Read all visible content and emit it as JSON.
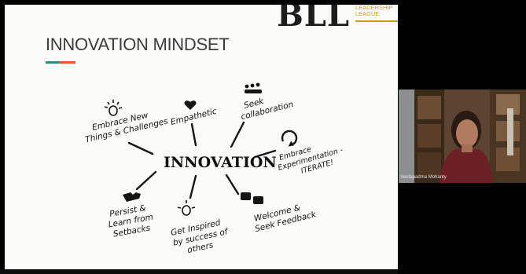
{
  "slide": {
    "logo": {
      "mark": "BLL",
      "subtitle_line1": "LEADERSHIP",
      "subtitle_line2": "LEAGUE"
    },
    "title": "INNOVATION MINDSET",
    "accent_colors": [
      "#2f8b86",
      "#e05a2c"
    ],
    "diagram": {
      "center": "INNOVATION",
      "spokes": [
        {
          "lines": [
            "Embrace New",
            "Things & Challenges"
          ],
          "icon": "lightbulb-icon"
        },
        {
          "lines": [
            "Empathetic"
          ],
          "icon": "heart-icon"
        },
        {
          "lines": [
            "Seek",
            "collaboration"
          ],
          "icon": "people-icon"
        },
        {
          "lines": [
            "Embrace",
            "Experimentation -",
            "ITERATE!"
          ],
          "icon": "cycle-arrows-icon"
        },
        {
          "lines": [
            "Persist &",
            "Learn from",
            "Setbacks"
          ],
          "icon": "broken-arrow-icon"
        },
        {
          "lines": [
            "Get Inspired",
            "by success of",
            "others"
          ],
          "icon": "lightbulb-icon"
        },
        {
          "lines": [
            "Welcome &",
            "Seek Feedback"
          ],
          "icon": "speech-bubbles-icon"
        }
      ]
    }
  },
  "video": {
    "participant_name": "Seetapadma Mohanty"
  }
}
